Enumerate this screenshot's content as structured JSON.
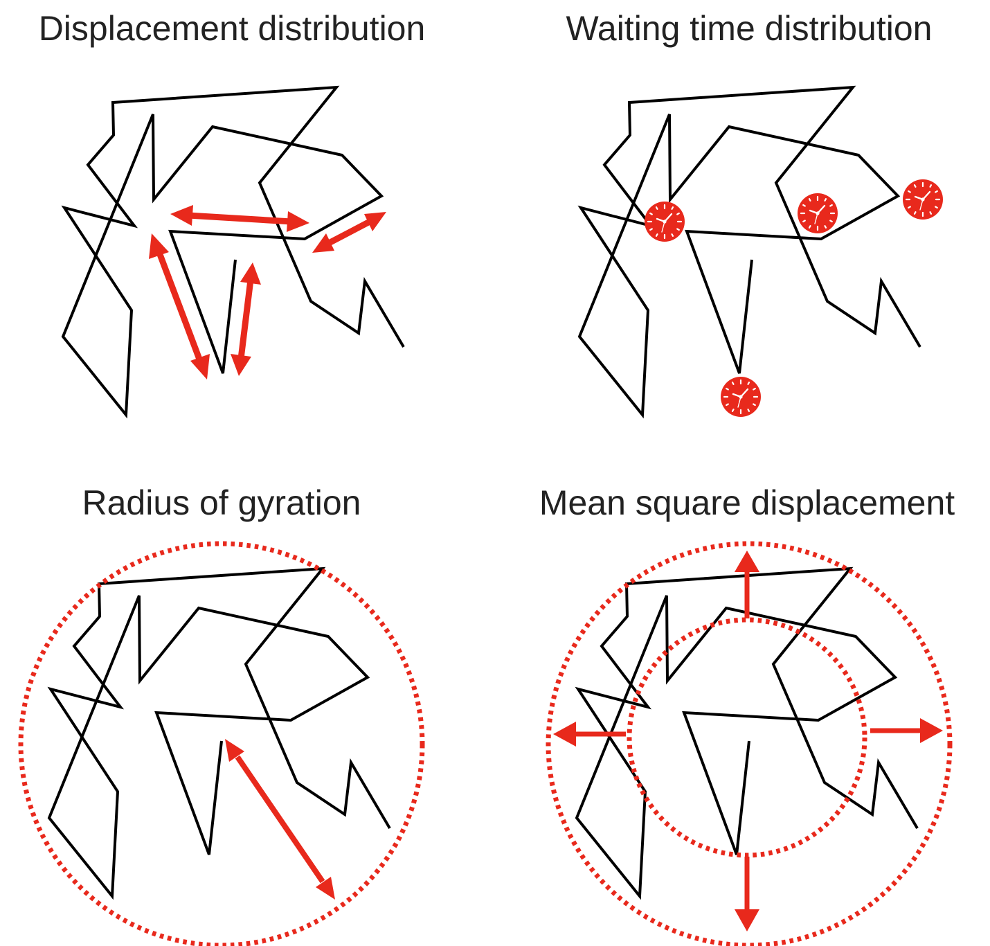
{
  "colors": {
    "path": "#000000",
    "accent": "#e8291c",
    "title": "#222222",
    "background": "#ffffff"
  },
  "panels": [
    {
      "id": "displacement",
      "title": "Displacement distribution",
      "marker": "double-arrow"
    },
    {
      "id": "waiting",
      "title": "Waiting time distribution",
      "marker": "clock-icon"
    },
    {
      "id": "gyration",
      "title": "Radius of gyration",
      "marker": "dotted-circle"
    },
    {
      "id": "msd",
      "title": "Mean square displacement",
      "marker": "expanding-dotted-circles"
    }
  ]
}
